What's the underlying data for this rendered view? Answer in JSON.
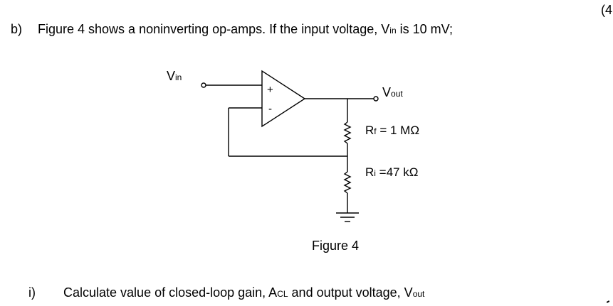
{
  "question": {
    "marker": "b)",
    "text": "Figure 4 shows a noninverting op-amps. If the input voltage, V",
    "text_sub": "in",
    "text_after": " is 10 mV;"
  },
  "margin_mark": "(4",
  "circuit": {
    "vin_main": "V",
    "vin_sub": "in",
    "plus_sign": "+",
    "minus_sign": "-",
    "vout_main": "V",
    "vout_sub": "out",
    "rf_main": "R",
    "rf_sub": "f",
    "rf_value": " = 1 MΩ",
    "ri_main": "R",
    "ri_sub": "i",
    "ri_value": " =47 kΩ"
  },
  "figure_caption": "Figure 4",
  "subquestion": {
    "marker": "i)",
    "text": "Calculate value of closed-loop gain, A",
    "text_sub": "CL",
    "text_mid": " and output voltage, V",
    "text_sub2": "out"
  }
}
